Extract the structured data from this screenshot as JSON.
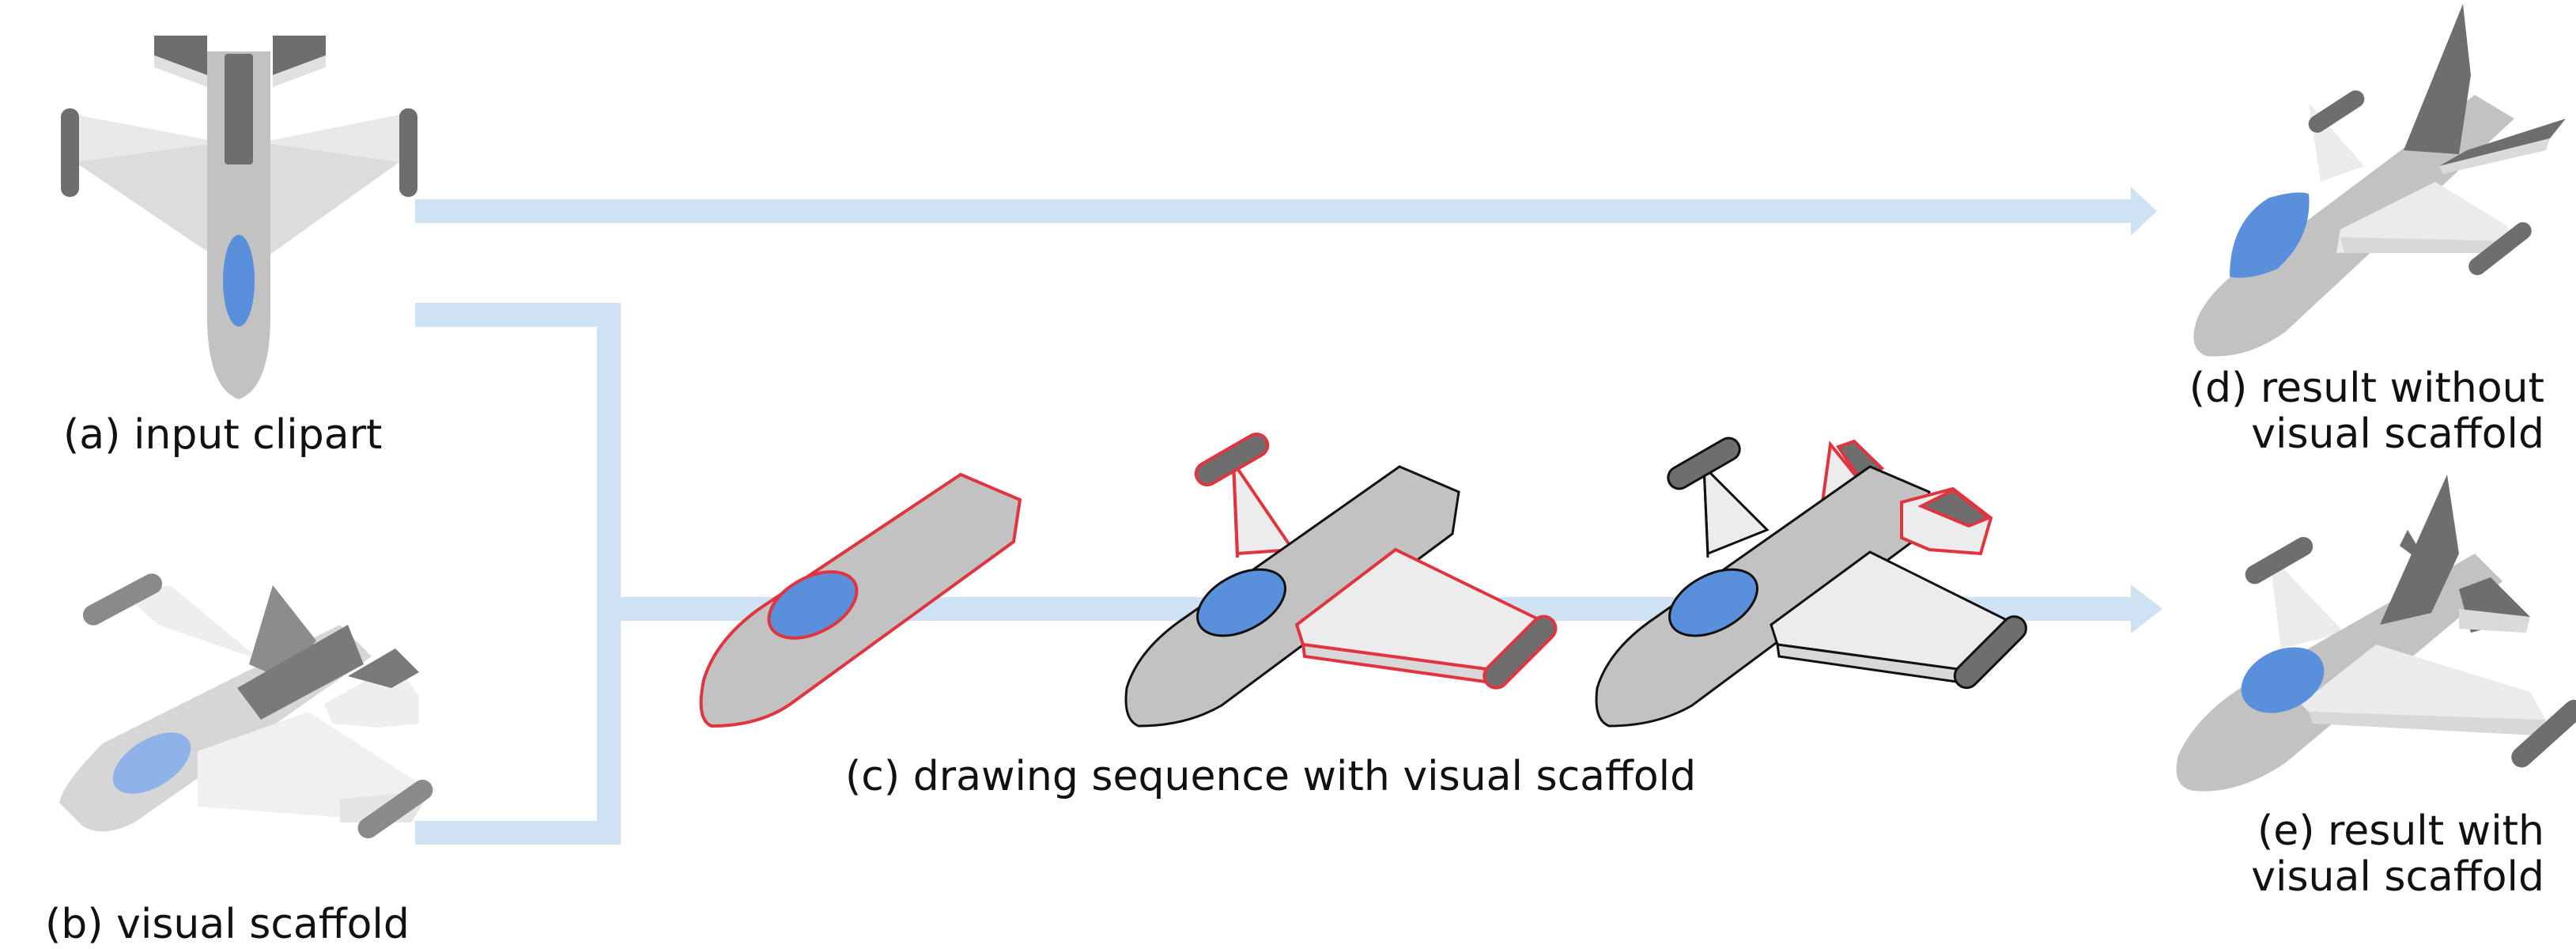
{
  "colors": {
    "arrow": "#cfe2f3",
    "cockpit": "#5a8fdc",
    "cockpit_faded": "#8fb2e8",
    "body_gray": "#c2c2c2",
    "light_gray": "#e9e9e9",
    "dark_gray": "#6e6e6e",
    "highlight_red": "#e0353f",
    "outline": "#111111"
  },
  "captions": {
    "a": "(a) input clipart",
    "b": "(b) visual scaffold",
    "c": "(c) drawing sequence with visual scaffold",
    "d_line1": "(d) result without",
    "d_line2": "visual scaffold",
    "e_line1": "(e) result with",
    "e_line2": "visual scaffold"
  }
}
